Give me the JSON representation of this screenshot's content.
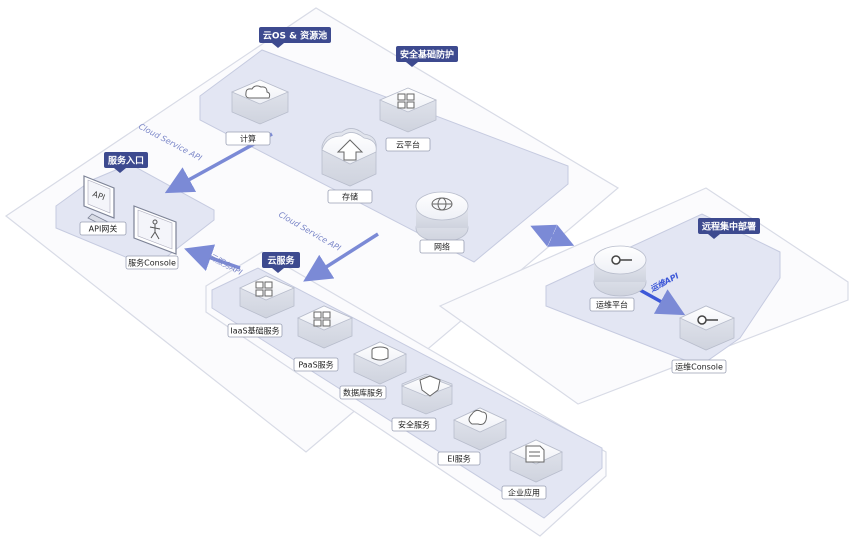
{
  "zones": {
    "cloud_os": "云OS & 资源池",
    "security": "安全基础防护",
    "entry": "服务入口",
    "cloud_service": "云服务",
    "remote": "远程集中部署"
  },
  "nodes": {
    "compute": "计算",
    "storage": "存储",
    "cloud_platform": "云平台",
    "network": "网络",
    "api_gateway": "API网关",
    "service_console": "服务Console",
    "iaas": "IaaS基础服务",
    "paas": "PaaS服务",
    "database": "数据库服务",
    "security_service": "安全服务",
    "ei": "EI服务",
    "enterprise_app": "企业应用",
    "ops_platform": "运维平台",
    "ops_console": "运维Console"
  },
  "screen_text": {
    "api": "API"
  },
  "arrows": {
    "cloud_service_api_1": "Cloud Service API",
    "cloud_service_api_2": "Cloud Service API",
    "cloud_service_api_cn": "云服务API",
    "ops_api": "运维API"
  },
  "colors": {
    "tag_bg": "#3d4a8f",
    "arrow": "#7b8ad6",
    "platform_fill": "#e3e6f3",
    "outline": "#d5d8e5"
  }
}
